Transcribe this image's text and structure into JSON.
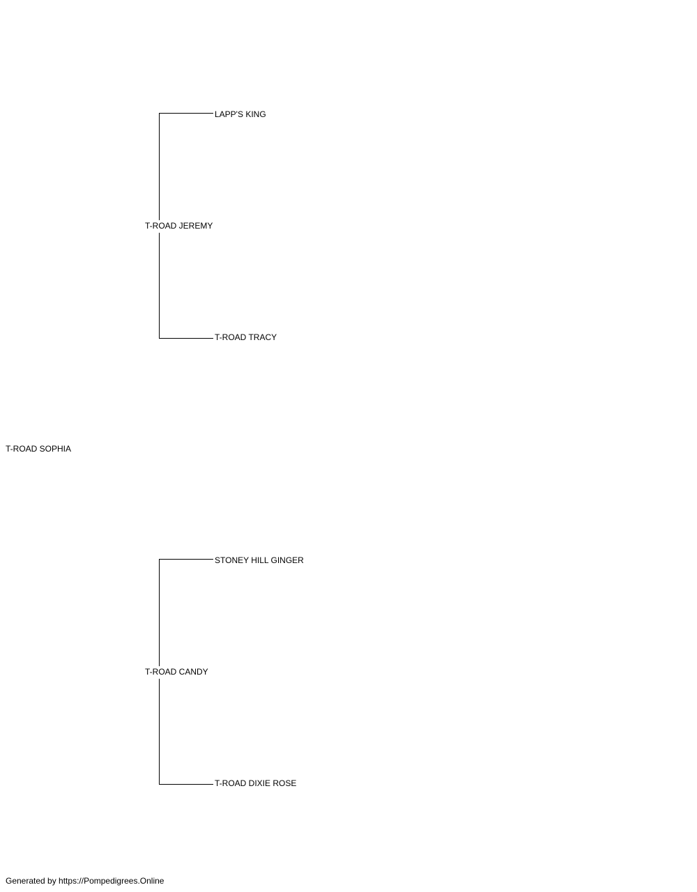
{
  "pedigree": {
    "subject": "T-ROAD SOPHIA",
    "sire": {
      "name": "T-ROAD JEREMY",
      "sire": "LAPP'S KING",
      "dam": "T-ROAD TRACY"
    },
    "dam": {
      "name": "T-ROAD CANDY",
      "sire": "STONEY HILL GINGER",
      "dam": "T-ROAD DIXIE ROSE"
    }
  },
  "footer": {
    "text": "Generated by https://Pompedigrees.Online"
  },
  "colors": {
    "line": "#000000",
    "text": "#000000",
    "background": "#ffffff"
  }
}
